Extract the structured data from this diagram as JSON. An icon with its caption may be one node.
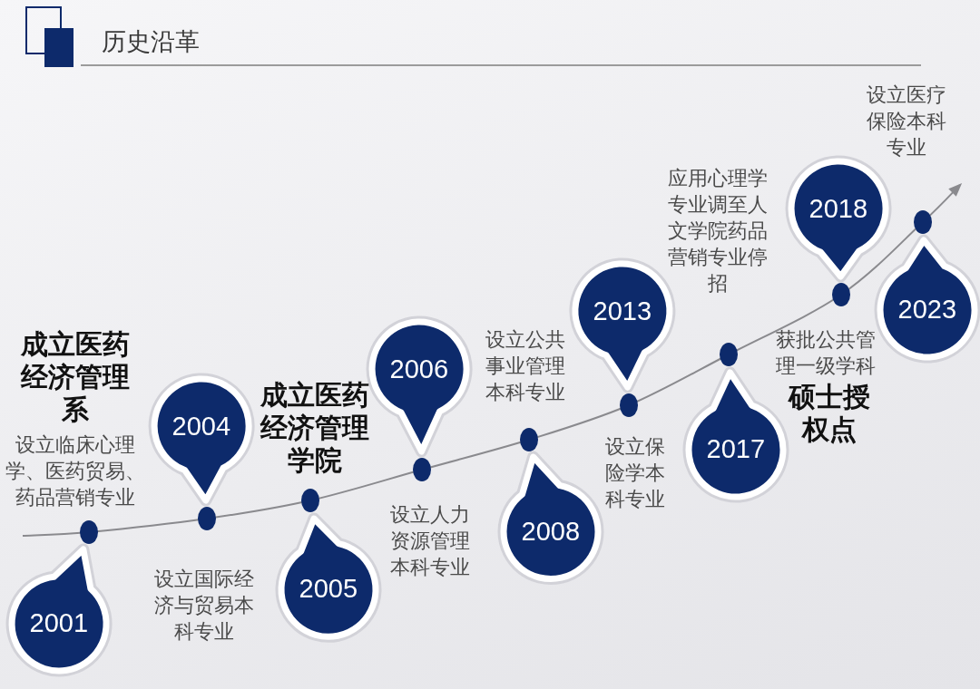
{
  "diagram": {
    "title": "历史沿革",
    "nodes": [
      {
        "text": [
          "2001"
        ]
      },
      {
        "text": [
          "2004"
        ]
      },
      {
        "text": [
          "2005"
        ]
      },
      {
        "text": [
          "2006"
        ]
      },
      {
        "text": [
          "2008"
        ]
      },
      {
        "text": [
          "2013"
        ]
      },
      {
        "text": [
          "2017"
        ]
      },
      {
        "text": [
          "2018"
        ]
      },
      {
        "text": [
          "2023"
        ]
      }
    ],
    "labels": [
      "成立医药经济管理系",
      "设立临床心理学、医药贸易、药品营销专业",
      "设立国际经济与贸易本科专业",
      "成立医药经济管理学院",
      "设立人力资源管理本科专业",
      "设立公共事业管理本科专业",
      "设立保险学本科专业",
      "应用心理学专业调至人文学院药品营销专业停招",
      "获批公共管理一级学科",
      "硕士授权点",
      "设立医疗保险本科专业"
    ]
  }
}
